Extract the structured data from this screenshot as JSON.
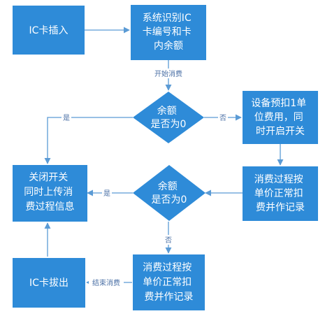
{
  "nodes": {
    "ic_insert": {
      "lines": [
        "IC卡插入"
      ]
    },
    "identify": {
      "lines": [
        "系统识别IC",
        "卡编号和卡",
        "内余额"
      ]
    },
    "deduct_unit": {
      "lines": [
        "设备预扣1单",
        "位费用，同",
        "时开启开关"
      ]
    },
    "balance_check_1": {
      "lines": [
        "余额",
        "是否为0"
      ]
    },
    "balance_check_2": {
      "lines": [
        "余额",
        "是否为0"
      ]
    },
    "close_switch": {
      "lines": [
        "关闭开关",
        "同时上传消",
        "费过程信息"
      ]
    },
    "consume_right": {
      "lines": [
        "消费过程按",
        "单价正常扣",
        "费并作记录"
      ]
    },
    "consume_bottom": {
      "lines": [
        "消费过程按",
        "单价正常扣",
        "费并作记录"
      ]
    },
    "ic_remove": {
      "lines": [
        "IC卡拔出"
      ]
    }
  },
  "edges": {
    "start_consume": "开始消费",
    "yes_1": "是",
    "no_1": "否",
    "yes_2": "是",
    "no_2": "否",
    "end_consume": "结束消费"
  },
  "colors": {
    "node_fill": "#2e8bd8",
    "edge_stroke": "#5b9bd5",
    "label_text": "#4a6fa5"
  }
}
